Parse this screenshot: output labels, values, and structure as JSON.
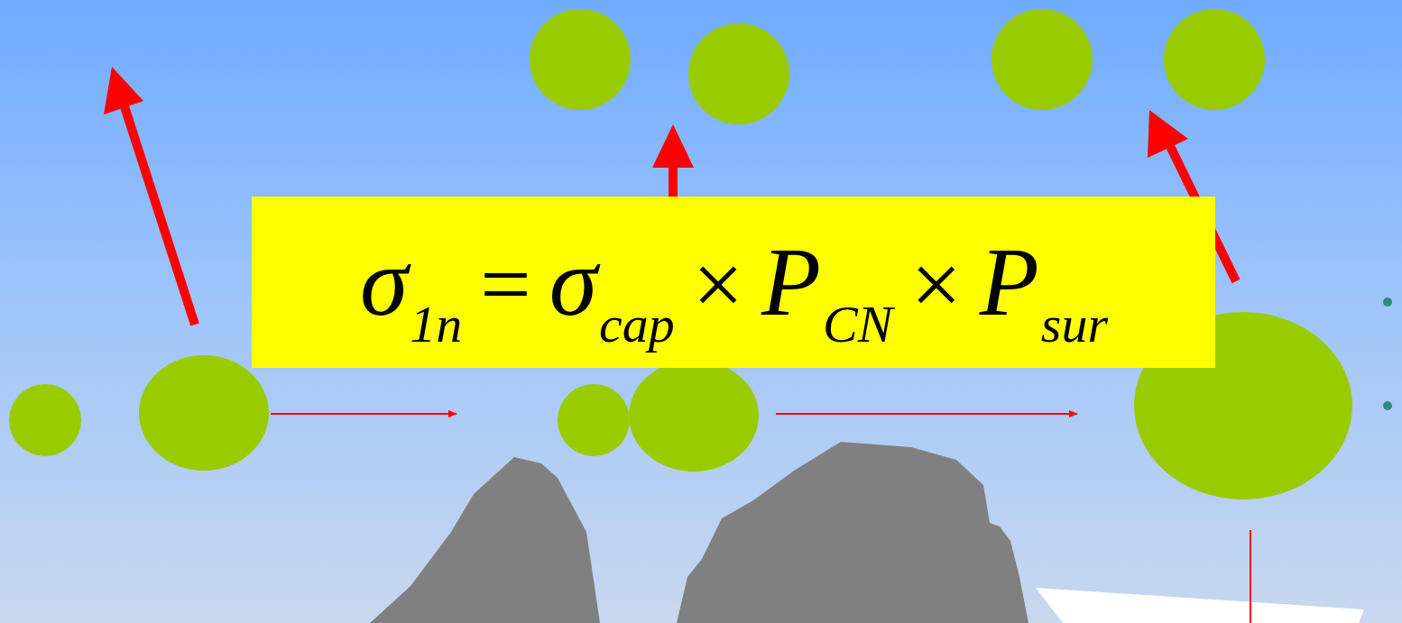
{
  "diagram": {
    "nodes": [
      {
        "text": [
          "σ",
          "1n",
          "=",
          "σ",
          "cap",
          "×",
          "P",
          "CN",
          "×",
          "P",
          "sur"
        ]
      }
    ]
  }
}
